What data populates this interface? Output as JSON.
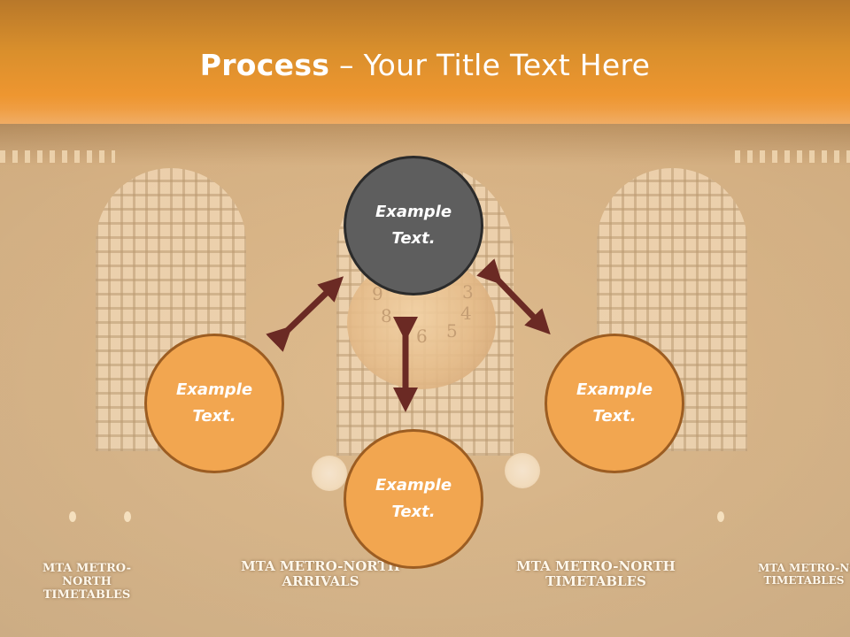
{
  "slide": {
    "title_bold": "Process",
    "title_rest": " – Your Title Text Here",
    "nodes": {
      "top": {
        "line1": "Example",
        "line2": "Text."
      },
      "left": {
        "line1": "Example",
        "line2": "Text."
      },
      "bottom": {
        "line1": "Example",
        "line2": "Text."
      },
      "right": {
        "line1": "Example",
        "line2": "Text."
      }
    }
  },
  "background": {
    "signs": [
      {
        "line1": "MTA METRO-NORTH",
        "line2": "TIMETABLES"
      },
      {
        "line1": "MTA METRO-NORTH",
        "line2": "ARRIVALS"
      },
      {
        "line1": "MTA METRO-NORTH",
        "line2": "TIMETABLES"
      },
      {
        "line1": "MTA METRO-NORTH",
        "line2": "TIMETABLES"
      }
    ],
    "clock_numerals": [
      "9",
      "8",
      "6",
      "5",
      "4",
      "3"
    ]
  },
  "colors": {
    "title_bar": "#ee9630",
    "top_node_fill": "#5e5e5e",
    "orange_node_fill": "#f2a650",
    "orange_node_border": "#9c5d22",
    "arrow": "#6b2a24"
  }
}
